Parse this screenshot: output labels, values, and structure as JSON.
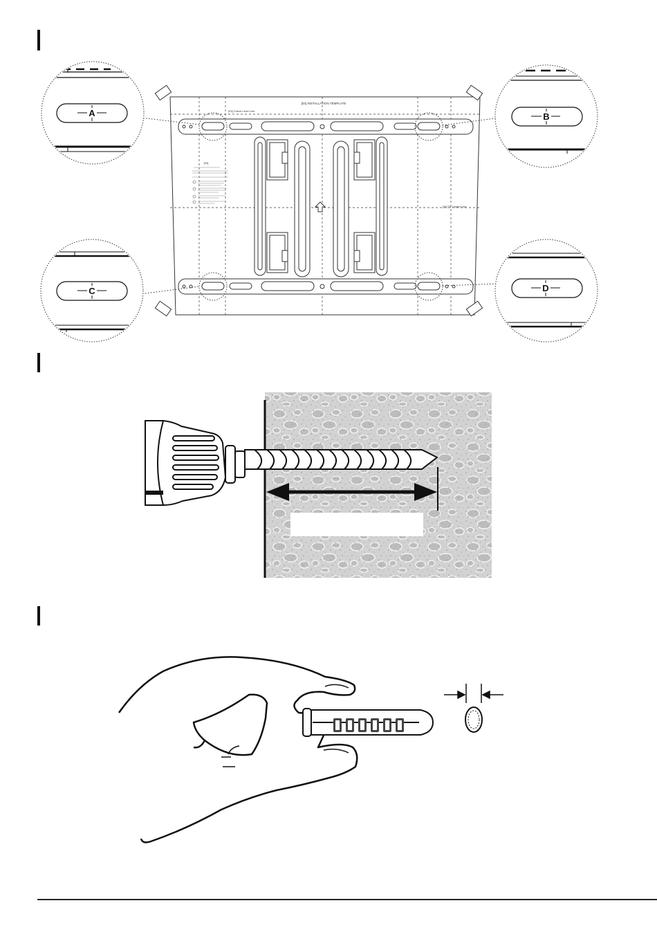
{
  "template": {
    "title": "[04] INSTALLATION TEMPLATE",
    "check_level_label": "[03] Check Level Line",
    "center_line_label": "[05] TV Center Line",
    "side_panel_header": "[03]",
    "callouts": [
      "A",
      "B",
      "C",
      "D"
    ]
  },
  "colors": {
    "ink": "#111111",
    "concrete": "#d2d2d2",
    "pebble": "#bdbdbd"
  }
}
